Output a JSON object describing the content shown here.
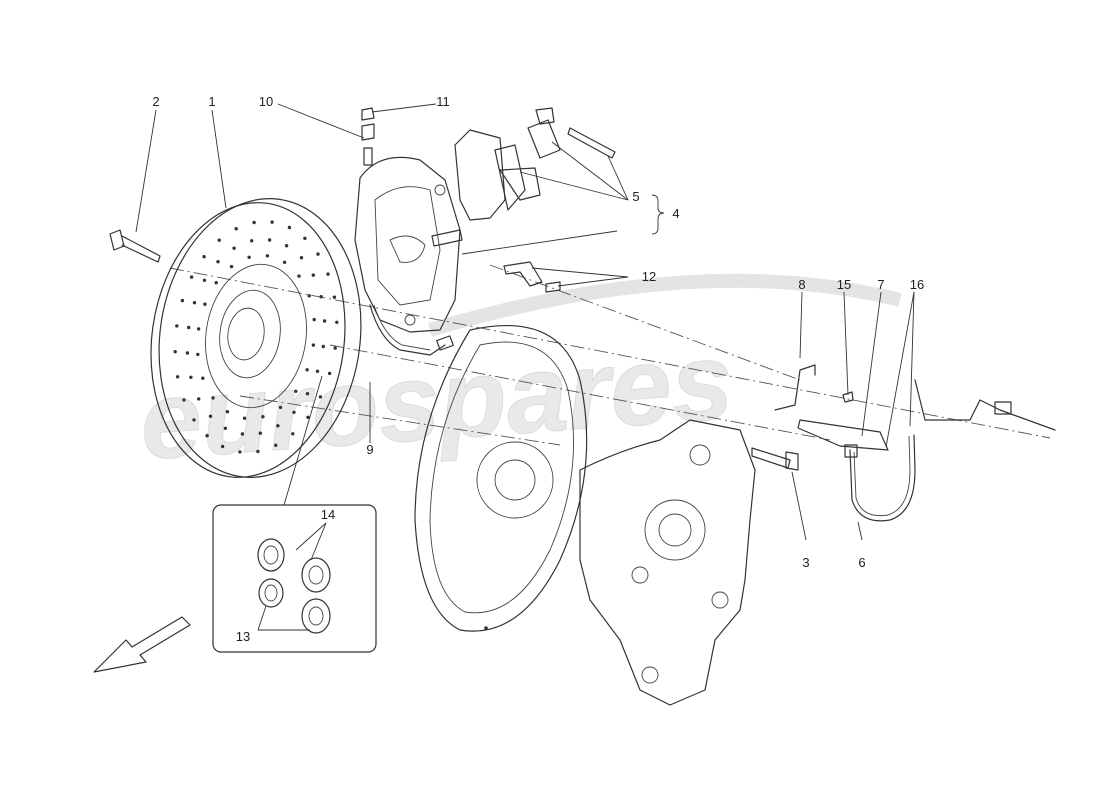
{
  "watermark": {
    "text": "eurospares"
  },
  "callouts": [
    {
      "id": "c1",
      "text": "1"
    },
    {
      "id": "c2",
      "text": "2"
    },
    {
      "id": "c3",
      "text": "3"
    },
    {
      "id": "c4",
      "text": "4"
    },
    {
      "id": "c5",
      "text": "5"
    },
    {
      "id": "c6",
      "text": "6"
    },
    {
      "id": "c7",
      "text": "7"
    },
    {
      "id": "c8",
      "text": "8"
    },
    {
      "id": "c9",
      "text": "9"
    },
    {
      "id": "c10",
      "text": "10"
    },
    {
      "id": "c11",
      "text": "11"
    },
    {
      "id": "c12",
      "text": "12"
    },
    {
      "id": "c13",
      "text": "13"
    },
    {
      "id": "c14",
      "text": "14"
    },
    {
      "id": "c15",
      "text": "15"
    },
    {
      "id": "c16",
      "text": "16"
    }
  ],
  "icons": {
    "direction_arrow": "front-direction-arrow-icon",
    "detail_box": "seal-kit-detail-inset"
  },
  "colors": {
    "line": "#333333",
    "background": "#ffffff",
    "watermark": "#e6e6e6"
  }
}
